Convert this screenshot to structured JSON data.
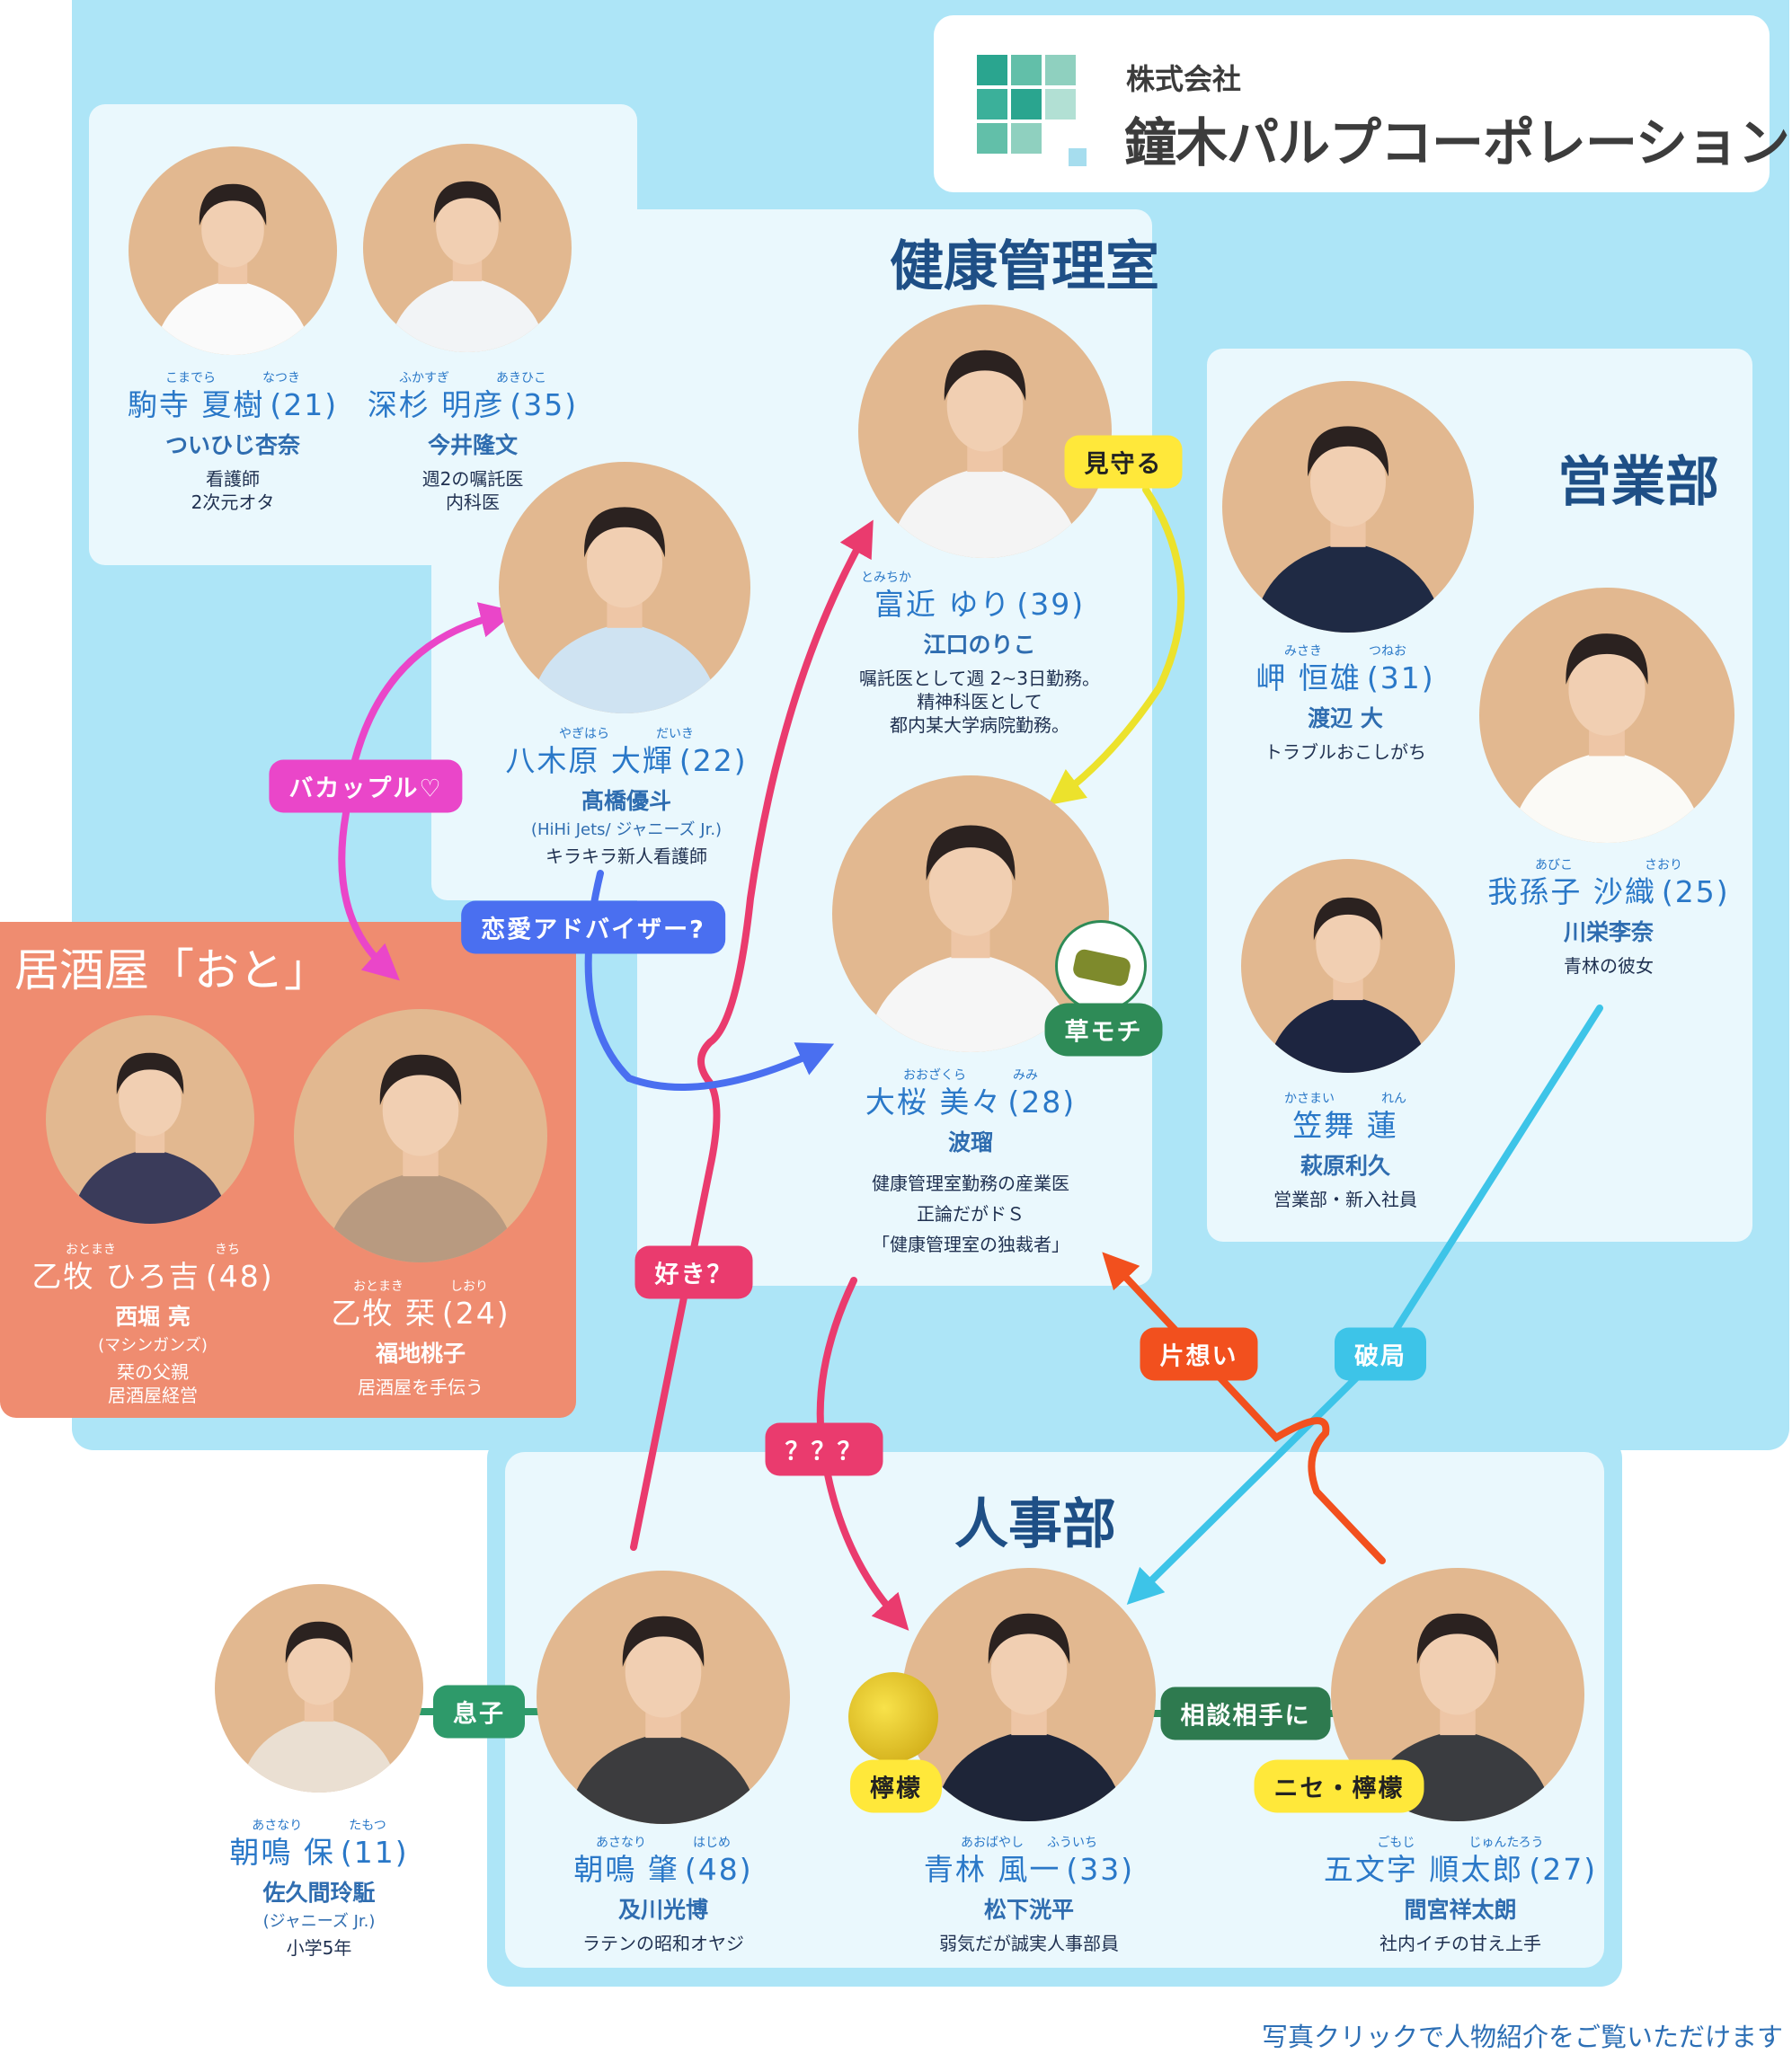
{
  "company": {
    "prefix": "株式会社",
    "name": "鐘木パルプコーポレーション"
  },
  "sections": {
    "health_room": "健康管理室",
    "sales": "営業部",
    "izakaya": "居酒屋「おと」",
    "hr": "人事部"
  },
  "characters": [
    {
      "furigana": [
        "こまでら",
        "なつき"
      ],
      "name": "駒寺 夏樹",
      "age": "(21)",
      "actor": "ついひじ杏奈",
      "desc": "看護師\n2次元オタ"
    },
    {
      "furigana": [
        "ふかすぎ",
        "あきひこ"
      ],
      "name": "深杉 明彦",
      "age": "(35)",
      "actor": "今井隆文",
      "desc": "週2の嘱託医\n内科医"
    },
    {
      "furigana": [
        "やぎはら",
        "だいき"
      ],
      "name": "八木原 大輝",
      "age": "(22)",
      "actor": "髙橋優斗",
      "note": "(HiHi Jets/ ジャニーズ Jr.)",
      "desc": "キラキラ新人看護師"
    },
    {
      "furigana": [
        "とみちか",
        ""
      ],
      "name": "富近 ゆり",
      "age": "(39)",
      "actor": "江口のりこ",
      "desc": "嘱託医として週 2~3日勤務。\n精神科医として\n都内某大学病院勤務。"
    },
    {
      "furigana": [
        "みさき",
        "つねお"
      ],
      "name": "岬 恒雄",
      "age": "(31)",
      "actor": "渡辺 大",
      "desc": "トラブルおこしがち"
    },
    {
      "furigana": [
        "あびこ",
        "さおり"
      ],
      "name": "我孫子 沙織",
      "age": "(25)",
      "actor": "川栄李奈",
      "desc": "青林の彼女"
    },
    {
      "furigana": [
        "おおざくら",
        "みみ"
      ],
      "name": "大桜 美々",
      "age": "(28)",
      "actor": "波瑠",
      "desc": "健康管理室勤務の産業医\n正論だがドＳ\n「健康管理室の独裁者」"
    },
    {
      "furigana": [
        "かさまい",
        "れん"
      ],
      "name": "笠舞 蓮",
      "age": "",
      "actor": "萩原利久",
      "desc": "営業部・新入社員"
    },
    {
      "furigana": [
        "おとまき",
        "きち"
      ],
      "name": "乙牧 ひろ吉",
      "age": "(48)",
      "actor": "西堀 亮",
      "note": "(マシンガンズ)",
      "desc": "栞の父親\n居酒屋経営"
    },
    {
      "furigana": [
        "おとまき",
        "しおり"
      ],
      "name": "乙牧 栞",
      "age": "(24)",
      "actor": "福地桃子",
      "desc": "居酒屋を手伝う"
    },
    {
      "furigana": [
        "あさなり",
        "たもつ"
      ],
      "name": "朝鳴 保",
      "age": "(11)",
      "actor": "佐久間玲駈",
      "note": "(ジャニーズ Jr.)",
      "desc": "小学5年"
    },
    {
      "furigana": [
        "あさなり",
        "はじめ"
      ],
      "name": "朝鳴 肇",
      "age": "(48)",
      "actor": "及川光博",
      "desc": "ラテンの昭和オヤジ"
    },
    {
      "furigana": [
        "あおばやし",
        "ふういち"
      ],
      "name": "青林 風一",
      "age": "(33)",
      "actor": "松下洸平",
      "desc": "弱気だが誠実人事部員"
    },
    {
      "furigana": [
        "ごもじ",
        "じゅんたろう"
      ],
      "name": "五文字 順太郎",
      "age": "(27)",
      "actor": "間宮祥太朗",
      "desc": "社内イチの甘え上手"
    }
  ],
  "relations": {
    "watch": "見守る",
    "bakapple": "バカップル♡",
    "love_adviser": "恋愛アドバイザー?",
    "kusamochi": "草モチ",
    "suki": "好き？",
    "kataomoi": "片想い",
    "hakyoku": "破局",
    "question": "？？？",
    "son": "息子",
    "consult": "相談相手に",
    "lemon": "檸檬",
    "fake_lemon": "ニセ・檸檬"
  },
  "colors": {
    "bg_blue": "#ade5f7",
    "panel": "#eaf8fd",
    "izakaya": "#ef8c70",
    "name_blue": "#2a78c8"
  },
  "footer": "写真クリックで人物紹介をご覧いただけます"
}
